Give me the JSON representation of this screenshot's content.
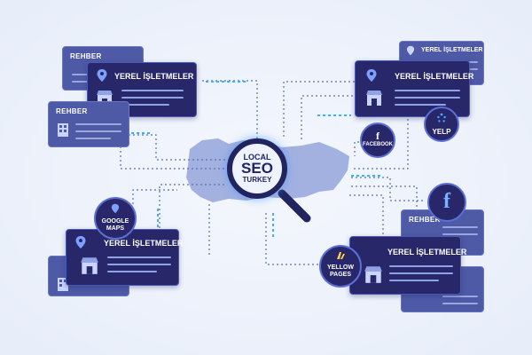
{
  "center": {
    "line1": "LOCAL",
    "line2": "SEO",
    "line3": "TURKEY"
  },
  "cards": {
    "top_left_back": {
      "label": "REHBER"
    },
    "top_left_front": {
      "title": "YEREL İŞLETMELER"
    },
    "mid_left_back": {
      "label": "REHBER"
    },
    "bottom_left_front": {
      "title": "YEREL İŞLETMELER"
    },
    "top_right_back": {
      "title": "YEREL İŞLETMELER"
    },
    "top_right_front": {
      "title": "YEREL İŞLETMELER"
    },
    "mid_right_back": {
      "label": "REHBER"
    },
    "bottom_right_front": {
      "title": "YEREL İŞLETMELER"
    }
  },
  "badges": {
    "google_maps": {
      "line1": "GOOGLE",
      "line2": "MAPS"
    },
    "facebook_small": {
      "label": "FACEBOOK",
      "glyph": "f"
    },
    "yelp": {
      "label": "YELP"
    },
    "facebook_big": {
      "glyph": "f"
    },
    "yellow_pages": {
      "line1": "YELLOW",
      "line2": "PAGES"
    }
  },
  "colors": {
    "background": "#eef2fb",
    "card_dark": "#27276a",
    "card_light": "#4f5aa6",
    "accent_glow": "#4aa8ff",
    "map_fill": "#8fa0d8"
  }
}
